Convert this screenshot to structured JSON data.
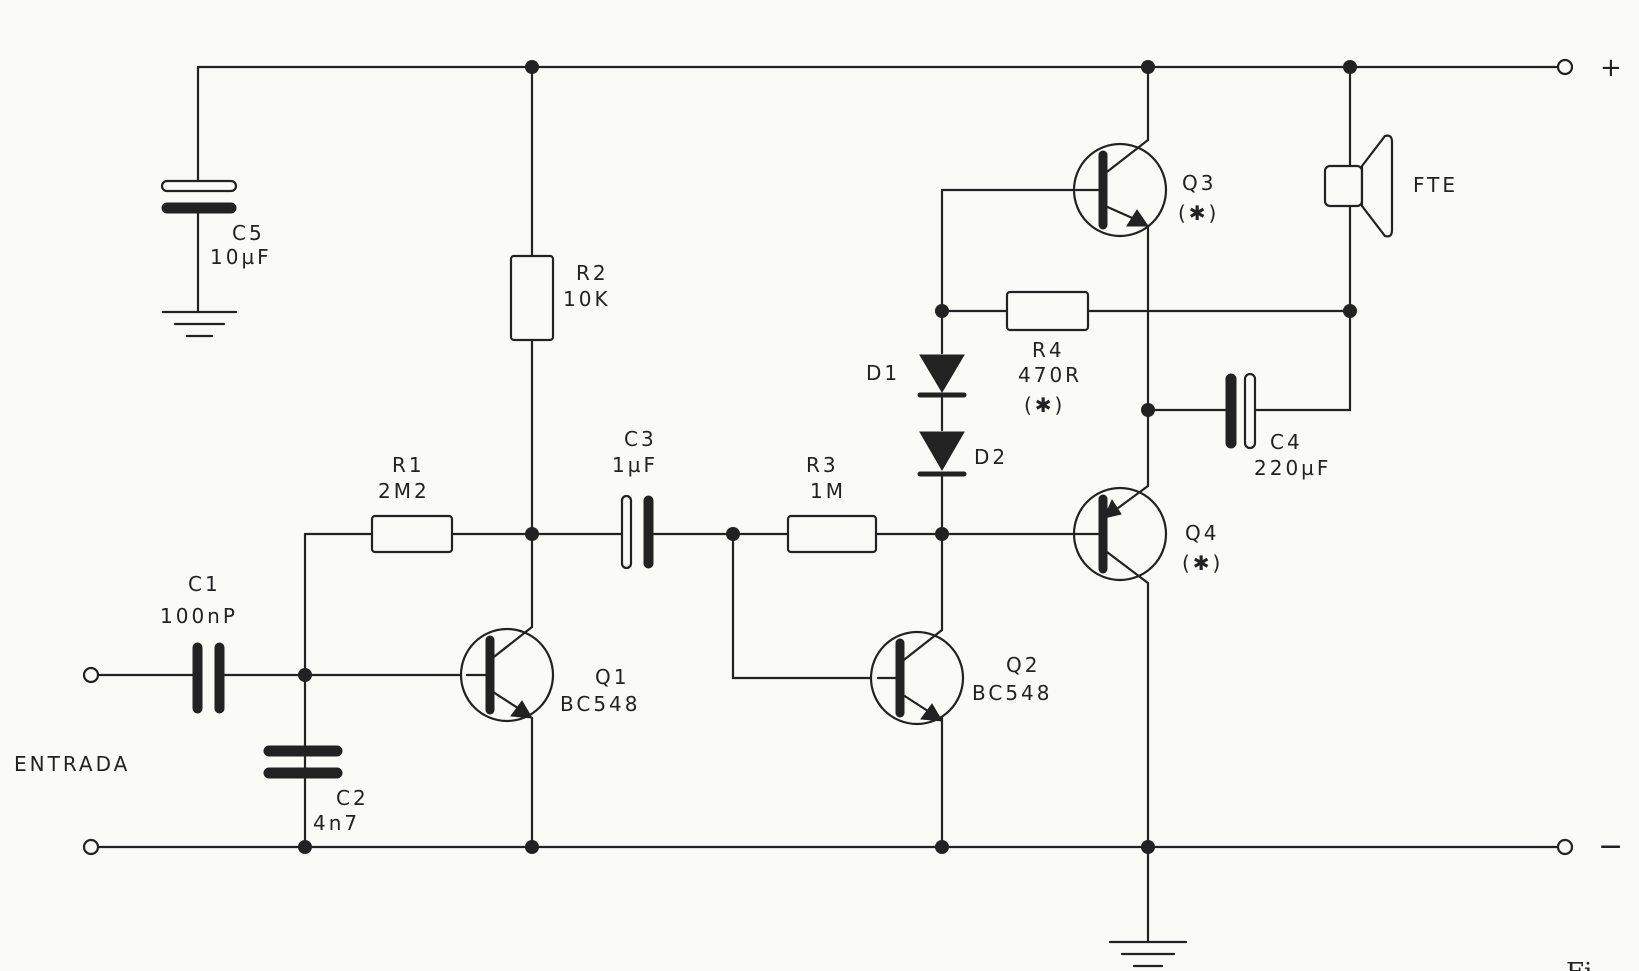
{
  "rails": {
    "positive": "+",
    "negative": "−"
  },
  "input": {
    "label": "ENTRADA"
  },
  "speaker": {
    "label": "FTE"
  },
  "components": {
    "C1": {
      "ref": "C1",
      "value": "100nP"
    },
    "C2": {
      "ref": "C2",
      "value": "4n7"
    },
    "C3": {
      "ref": "C3",
      "value": "1µF"
    },
    "C4": {
      "ref": "C4",
      "value": "220µF"
    },
    "C5": {
      "ref": "C5",
      "value": "10µF"
    },
    "R1": {
      "ref": "R1",
      "value": "2M2"
    },
    "R2": {
      "ref": "R2",
      "value": "10K"
    },
    "R3": {
      "ref": "R3",
      "value": "1M"
    },
    "R4": {
      "ref": "R4",
      "value": "470R",
      "note": "(✱)"
    },
    "D1": {
      "ref": "D1"
    },
    "D2": {
      "ref": "D2"
    },
    "Q1": {
      "ref": "Q1",
      "value": "BC548"
    },
    "Q2": {
      "ref": "Q2",
      "value": "BC548"
    },
    "Q3": {
      "ref": "Q3",
      "note": "(✱)"
    },
    "Q4": {
      "ref": "Q4",
      "note": "(✱)"
    }
  },
  "footer_fragment": "Fi"
}
